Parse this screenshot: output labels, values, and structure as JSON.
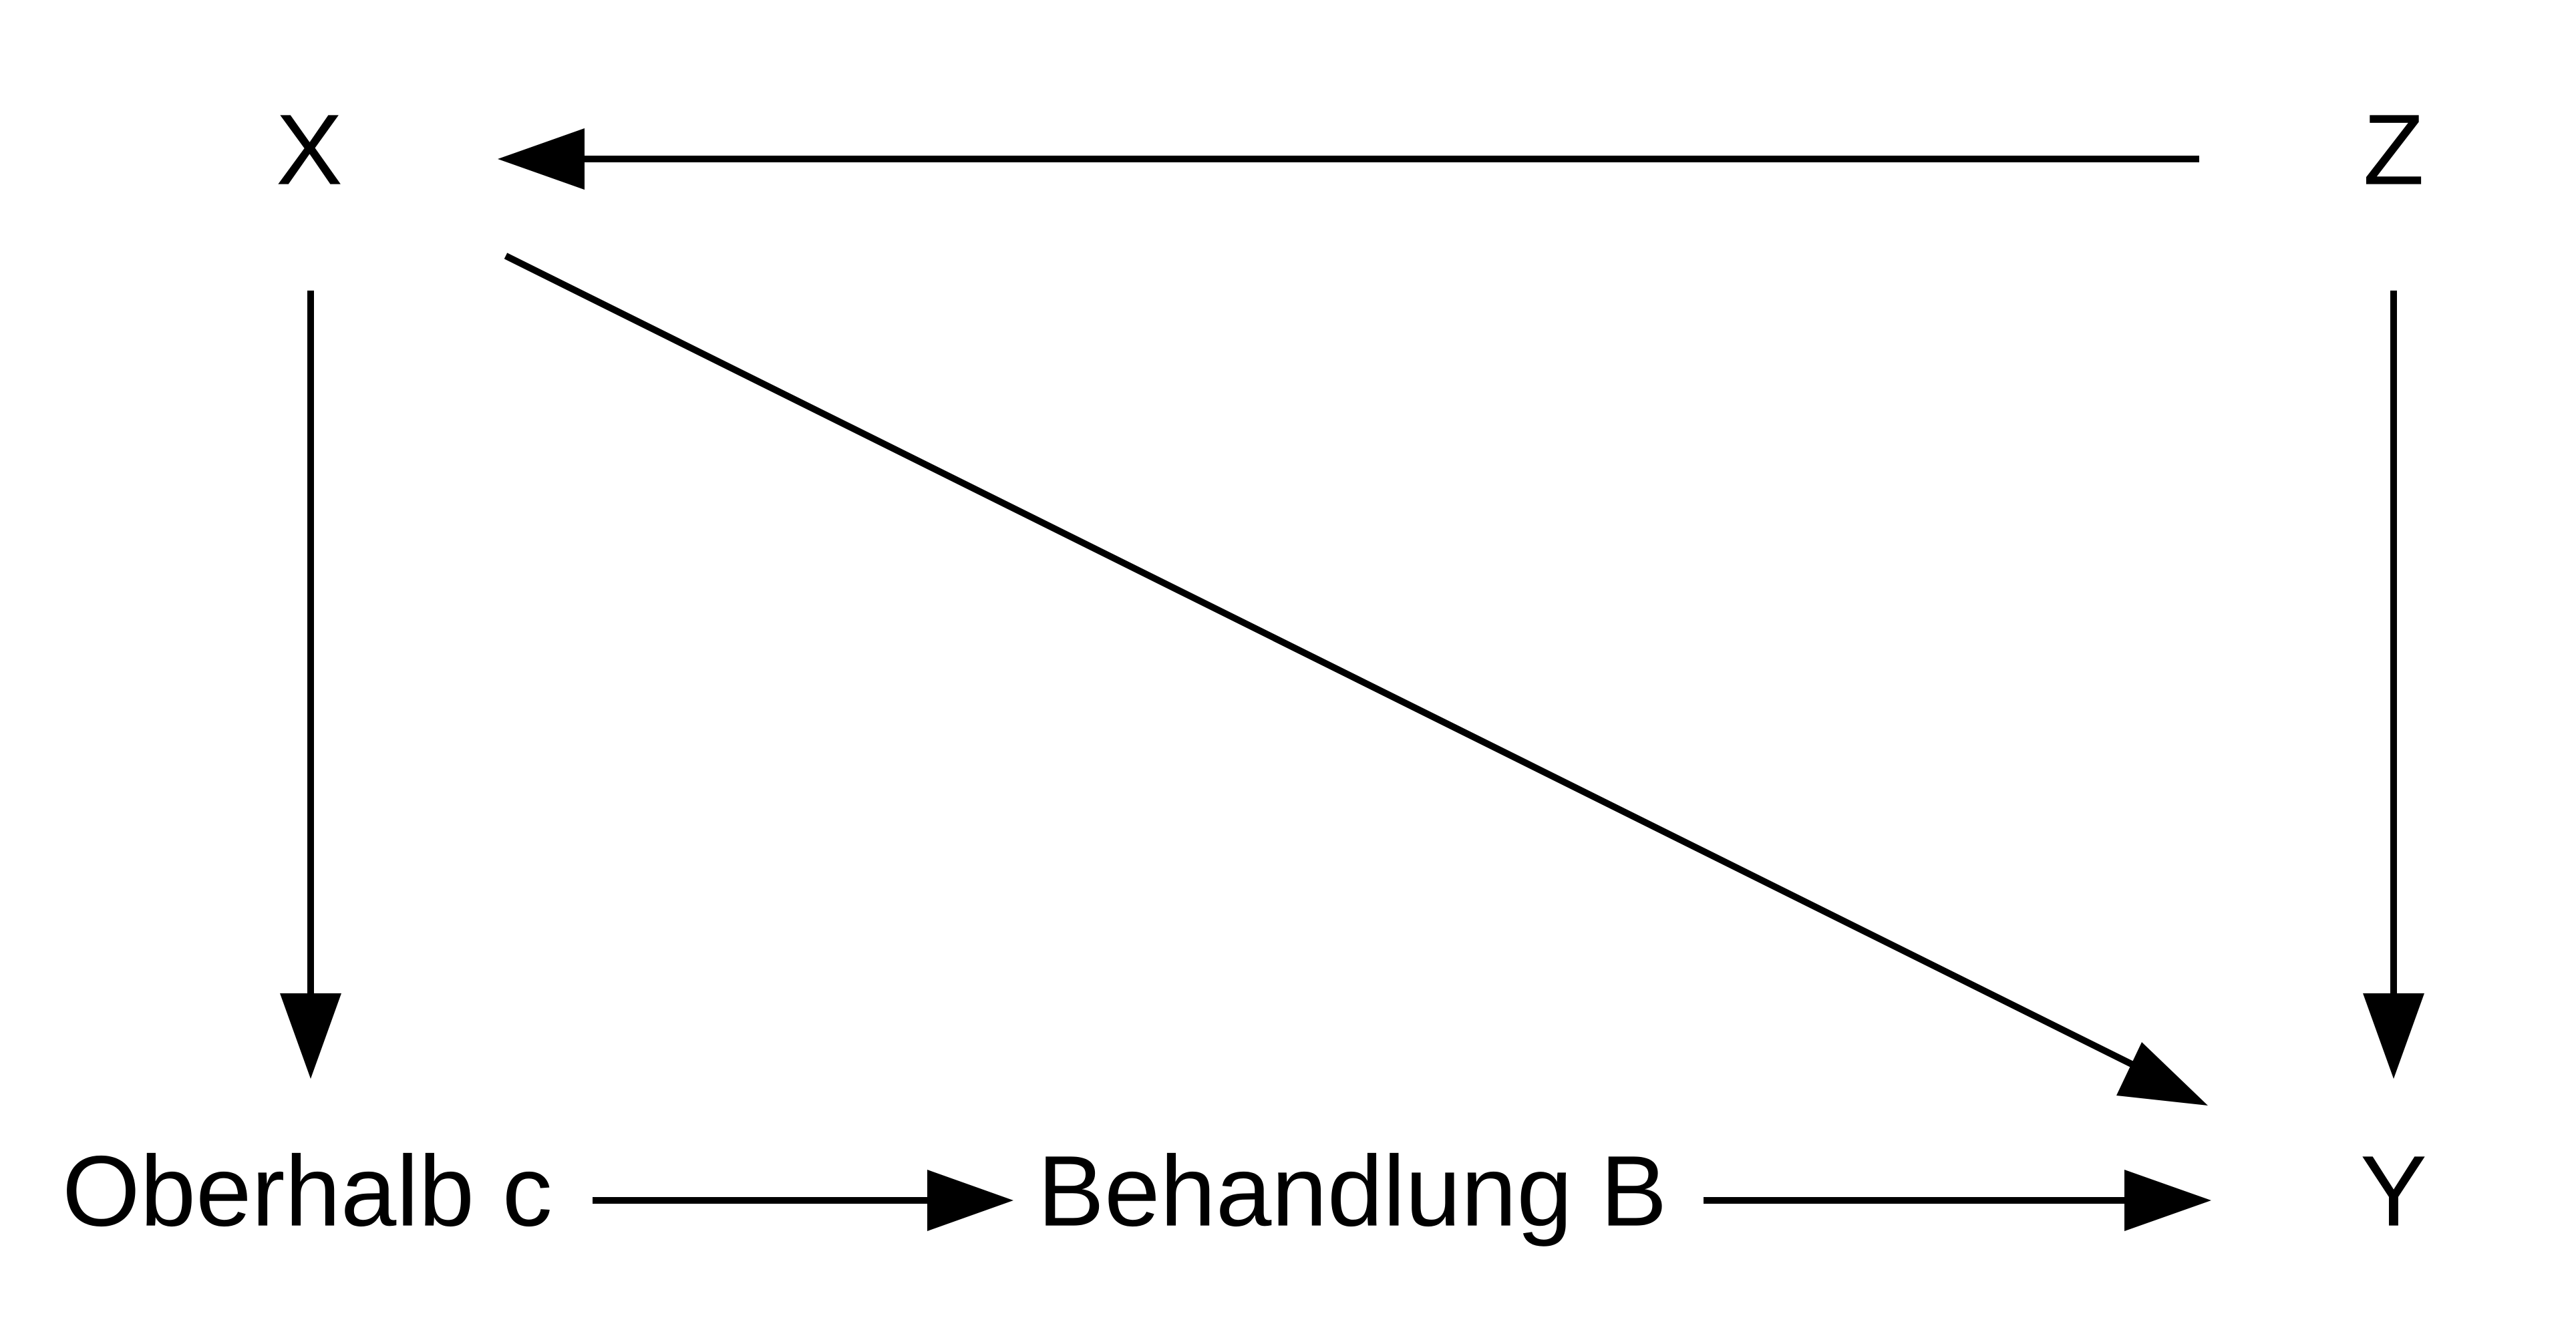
{
  "nodes": {
    "x": {
      "label": "X"
    },
    "z": {
      "label": "Z"
    },
    "oberhalb": {
      "label": "Oberhalb c"
    },
    "behandlung": {
      "label": "Behandlung B"
    },
    "y": {
      "label": "Y"
    }
  },
  "edges": [
    {
      "from": "Z",
      "to": "X"
    },
    {
      "from": "X",
      "to": "Y"
    },
    {
      "from": "X",
      "to": "Oberhalb c"
    },
    {
      "from": "Z",
      "to": "Y"
    },
    {
      "from": "Oberhalb c",
      "to": "Behandlung B"
    },
    {
      "from": "Behandlung B",
      "to": "Y"
    }
  ],
  "colors": {
    "ink": "#000000",
    "background": "#ffffff"
  }
}
